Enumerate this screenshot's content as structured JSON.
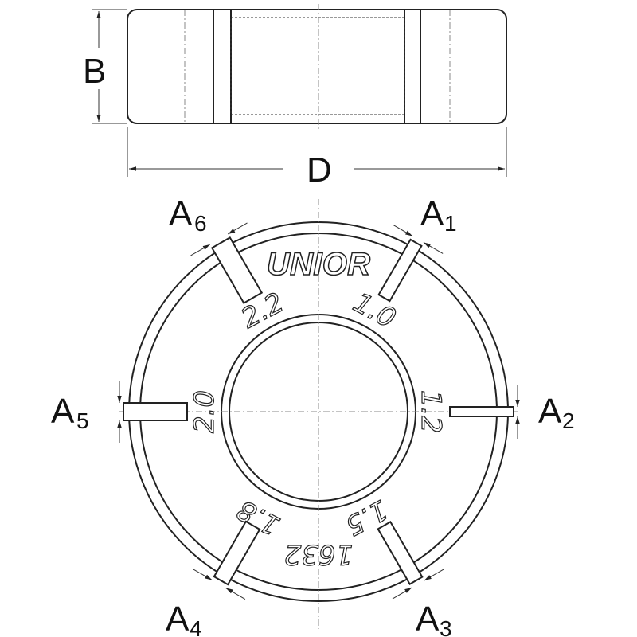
{
  "title": "Spoke wrench dimension drawing",
  "logo": "UNIOR",
  "part_number": "1632",
  "dimensions": {
    "height": "B",
    "diameter": "D"
  },
  "slots": [
    {
      "label": "A",
      "index": "1",
      "size": "1.0"
    },
    {
      "label": "A",
      "index": "2",
      "size": "1.2"
    },
    {
      "label": "A",
      "index": "3",
      "size": "1.5"
    },
    {
      "label": "A",
      "index": "4",
      "size": "1.8"
    },
    {
      "label": "A",
      "index": "5",
      "size": "2.0"
    },
    {
      "label": "A",
      "index": "6",
      "size": "2.2"
    }
  ]
}
